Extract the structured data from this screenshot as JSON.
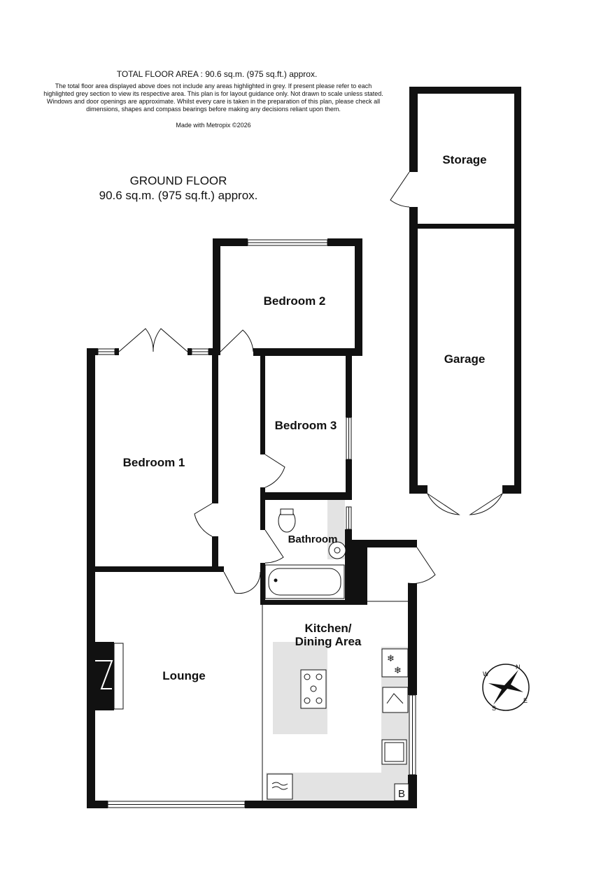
{
  "header": {
    "total_area": "TOTAL FLOOR AREA : 90.6 sq.m. (975 sq.ft.) approx.",
    "disclaimer": "The total floor area displayed above does not include any areas highlighted in grey. If present please refer to each highlighted grey section to view its respective area. This plan is for layout guidance only. Not drawn to scale unless stated. Windows and door openings are approximate. Whilst every care is taken in the preparation of this plan, please check all dimensions, shapes and compass bearings before making any decisions reliant upon them.",
    "made_with": "Made with Metropix ©2026"
  },
  "floor": {
    "name": "GROUND FLOOR",
    "area": "90.6 sq.m. (975 sq.ft.) approx."
  },
  "rooms": {
    "storage": "Storage",
    "garage": "Garage",
    "bedroom1": "Bedroom 1",
    "bedroom2": "Bedroom 2",
    "bedroom3": "Bedroom 3",
    "bathroom": "Bathroom",
    "kitchen_line1": "Kitchen/",
    "kitchen_line2": "Dining Area",
    "lounge": "Lounge"
  },
  "symbols": {
    "boiler": "B"
  },
  "compass": {
    "n": "N",
    "e": "E",
    "s": "S",
    "w": "W"
  },
  "colors": {
    "wall": "#111111",
    "fixture_grey": "#e3e3e3"
  }
}
